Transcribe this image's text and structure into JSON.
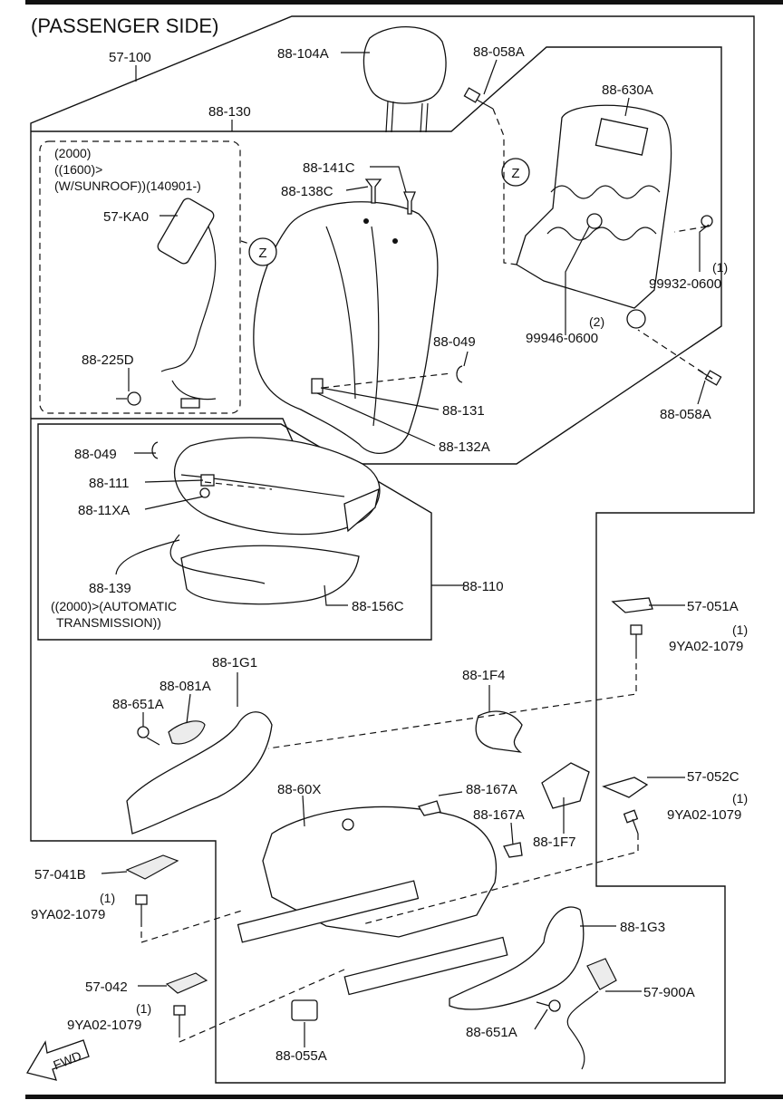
{
  "title": "(PASSENGER SIDE)",
  "z_marker": "Z",
  "notes": {
    "ka0": [
      "(2000)",
      "((1600)>",
      "(W/SUNROOF))(140901-)"
    ],
    "n139": [
      "((2000)>(AUTOMATIC",
      "TRANSMISSION))"
    ]
  },
  "labels": {
    "l57_100": "57-100",
    "l88_104A": "88-104A",
    "l88_058A_top": "88-058A",
    "l88_630A": "88-630A",
    "l88_130": "88-130",
    "l88_141C": "88-141C",
    "l88_138C": "88-138C",
    "l57_KA0": "57-KA0",
    "l99932": "99932-0600",
    "q99932": "(1)",
    "l99946": "99946-0600",
    "q99946": "(2)",
    "l88_049_a": "88-049",
    "l88_225D": "88-225D",
    "l88_131": "88-131",
    "l88_058A_bot": "88-058A",
    "l88_132A": "88-132A",
    "l88_049_b": "88-049",
    "l88_111": "88-111",
    "l88_11XA": "88-11XA",
    "l88_139": "88-139",
    "l88_110": "88-110",
    "l88_156C": "88-156C",
    "l57_051A": "57-051A",
    "q9ya_1": "(1)",
    "l9ya_1": "9YA02-1079",
    "l88_1G1": "88-1G1",
    "l88_081A": "88-081A",
    "l88_651A_a": "88-651A",
    "l88_1F4": "88-1F4",
    "l57_052C": "57-052C",
    "q9ya_2": "(1)",
    "l9ya_2": "9YA02-1079",
    "l88_60X": "88-60X",
    "l88_167A_a": "88-167A",
    "l88_167A_b": "88-167A",
    "l88_1F7": "88-1F7",
    "l57_041B": "57-041B",
    "q9ya_3": "(1)",
    "l9ya_3": "9YA02-1079",
    "l88_1G3": "88-1G3",
    "l57_042": "57-042",
    "q9ya_4": "(1)",
    "l9ya_4": "9YA02-1079",
    "l57_900A": "57-900A",
    "l88_651A_b": "88-651A",
    "l88_055A": "88-055A",
    "fwd": "FWD"
  }
}
